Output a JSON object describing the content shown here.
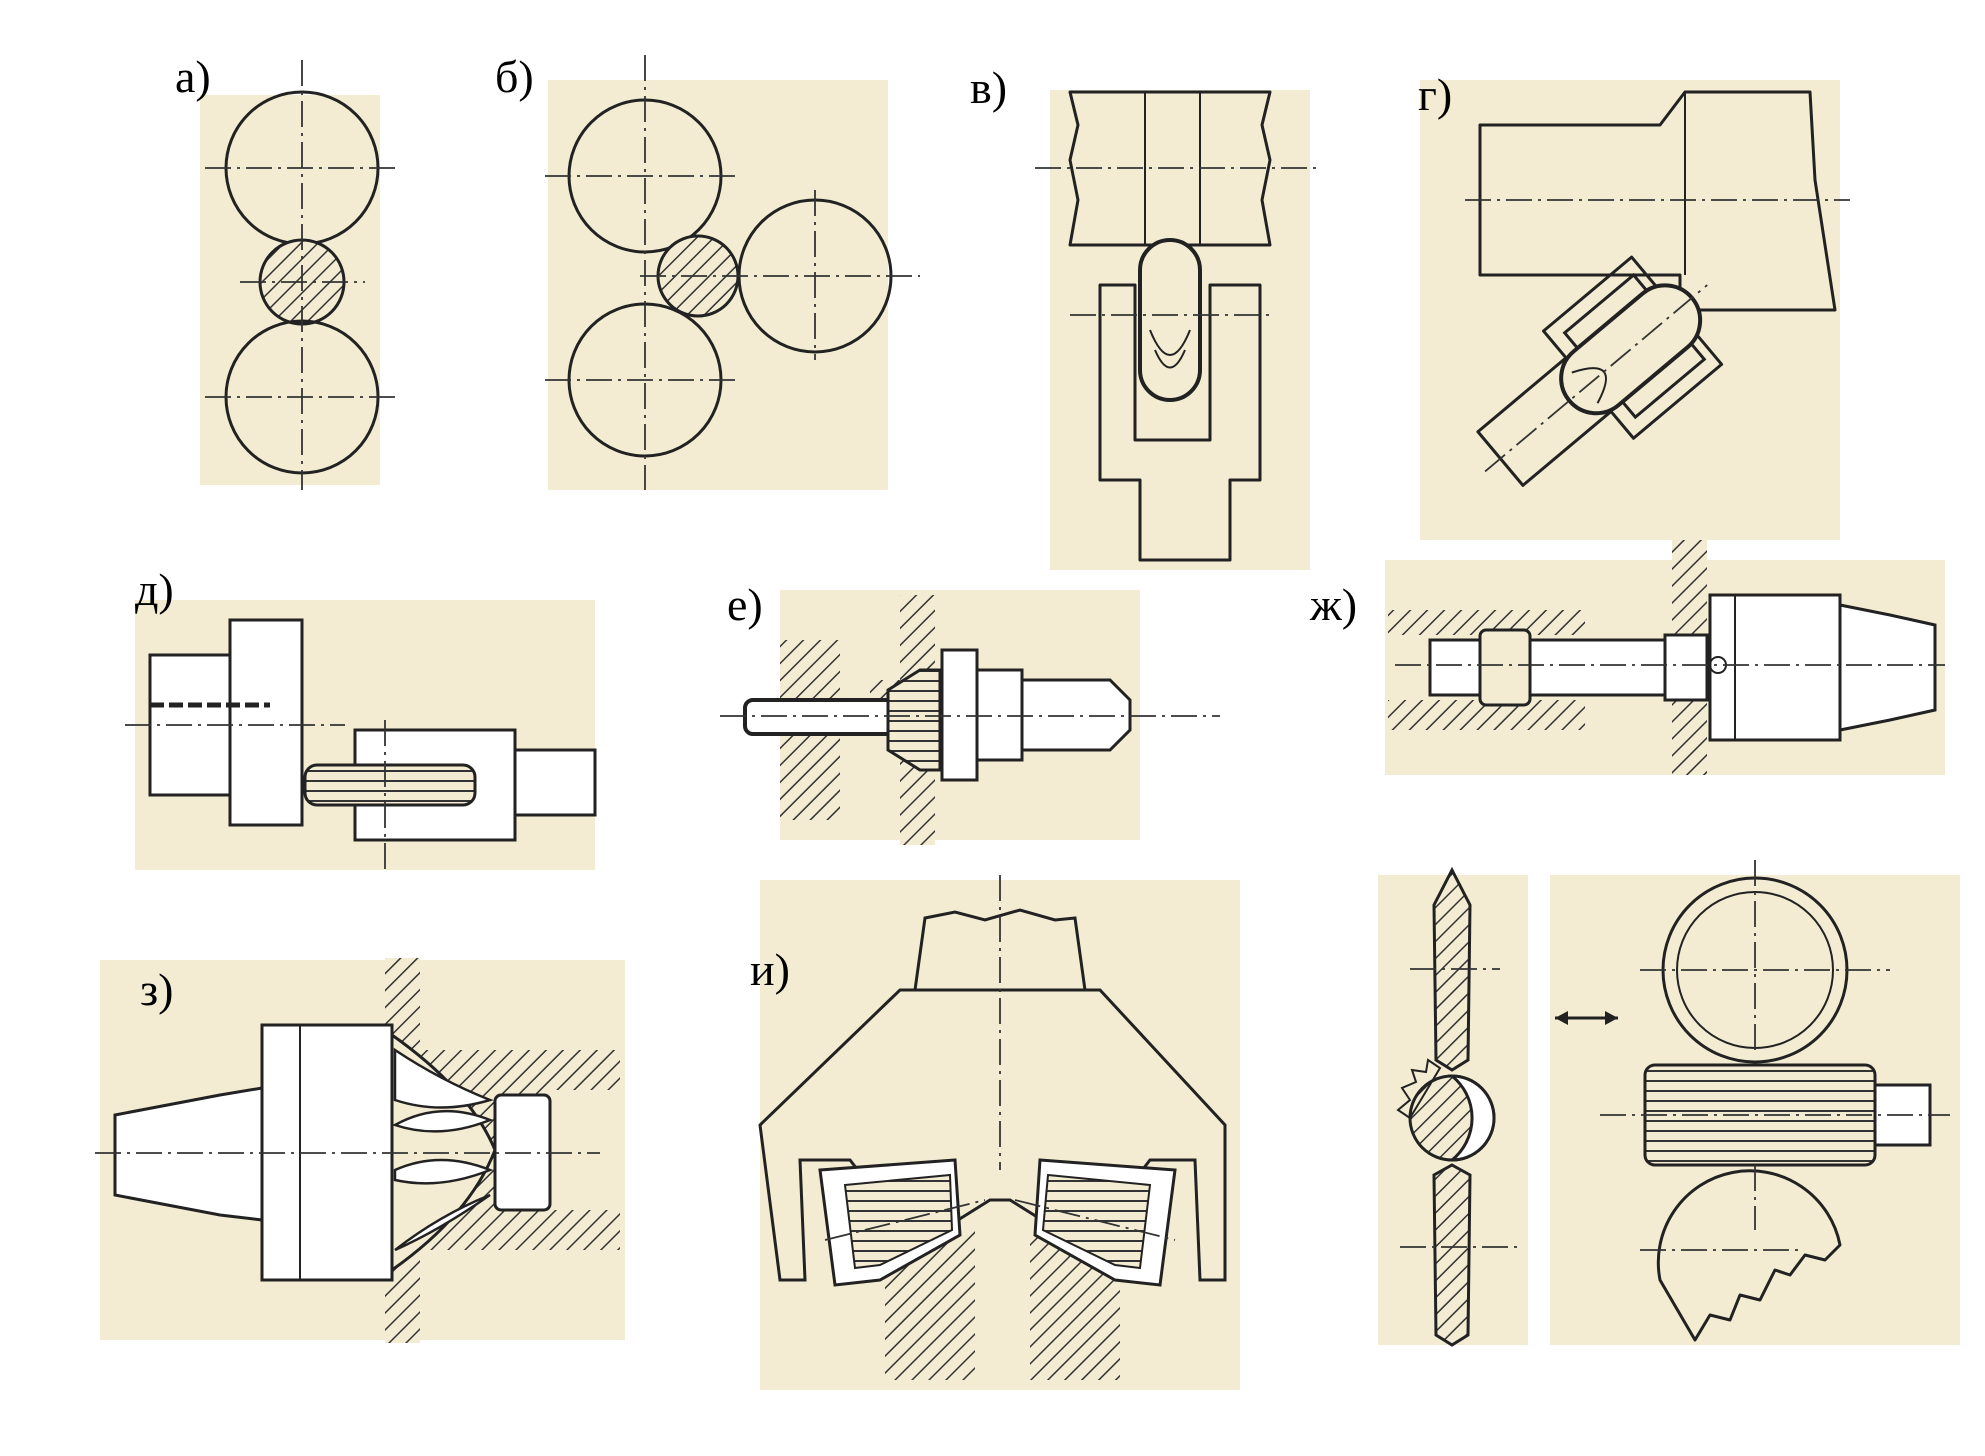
{
  "figure": {
    "labels": {
      "a": "а)",
      "b": "б)",
      "v": "в)",
      "g": "г)",
      "d": "д)",
      "e": "е)",
      "zh": "ж)",
      "z": "з)",
      "i": "и)"
    },
    "colors": {
      "paper": "#f3ecd2",
      "line": "#222222",
      "hatch": "#333333",
      "background": "#ffffff"
    }
  }
}
